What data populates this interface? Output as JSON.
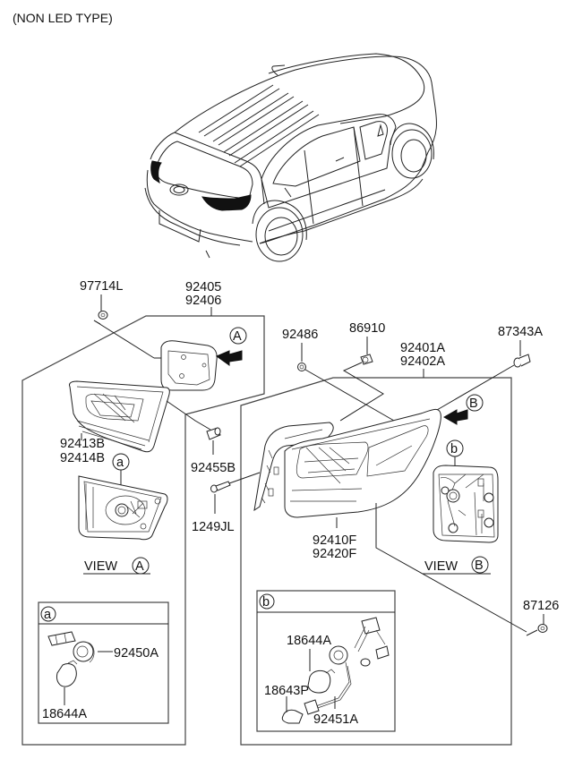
{
  "title": "(NON LED TYPE)",
  "callouts": {
    "p97714L": "97714L",
    "p92405": "92405",
    "p92406": "92406",
    "p92486": "92486",
    "p86910": "86910",
    "p92401A": "92401A",
    "p92402A": "92402A",
    "p87343A": "87343A",
    "p92413B": "92413B",
    "p92414B": "92414B",
    "p92455B": "92455B",
    "p1249JL": "1249JL",
    "p92410F": "92410F",
    "p92420F": "92420F",
    "p87126": "87126",
    "p92450A": "92450A",
    "p18644A_a": "18644A",
    "p18644A_b": "18644A",
    "p18643P": "18643P",
    "p92451A": "92451A"
  },
  "markers": {
    "view_a_ref": "A",
    "view_b_ref": "B",
    "detail_a": "a",
    "detail_b": "b",
    "detail_a_header": "a",
    "detail_b_header": "b"
  },
  "views": {
    "view_a_label": "VIEW",
    "view_a_letter": "A",
    "view_b_label": "VIEW",
    "view_b_letter": "B"
  }
}
